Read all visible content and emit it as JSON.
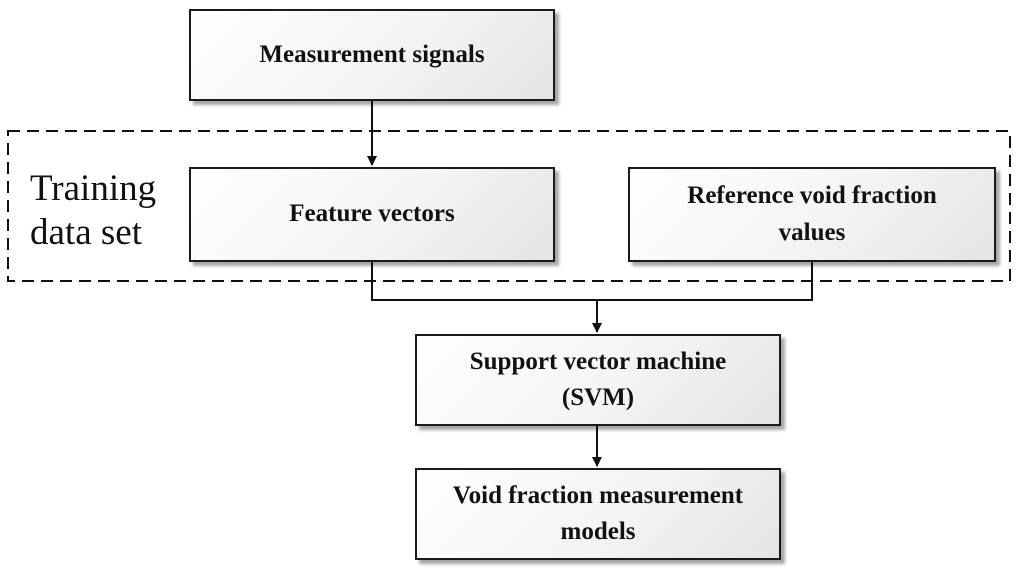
{
  "nodes": {
    "measurement_signals": {
      "label": "Measurement signals"
    },
    "feature_vectors": {
      "label": "Feature vectors"
    },
    "reference_values": {
      "line1": "Reference void fraction",
      "line2": "values"
    },
    "svm": {
      "line1": "Support vector machine",
      "line2": "(SVM)"
    },
    "models": {
      "line1": "Void fraction measurement",
      "line2": "models"
    }
  },
  "group": {
    "line1": "Training",
    "line2": "data set"
  },
  "edges": [
    {
      "from": "measurement_signals",
      "to": "feature_vectors"
    },
    {
      "from": "feature_vectors",
      "to": "svm"
    },
    {
      "from": "reference_values",
      "to": "svm"
    },
    {
      "from": "svm",
      "to": "models"
    }
  ]
}
